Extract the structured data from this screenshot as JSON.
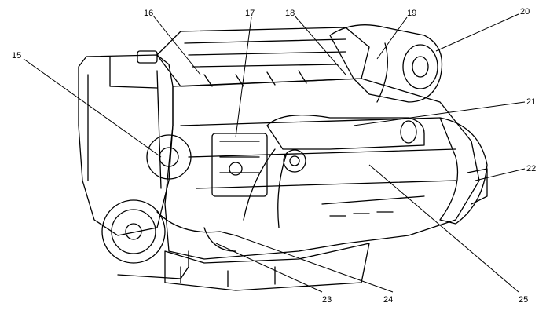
{
  "diagram": {
    "callouts": [
      {
        "id": "15",
        "label": "15"
      },
      {
        "id": "16",
        "label": "16"
      },
      {
        "id": "17",
        "label": "17"
      },
      {
        "id": "18",
        "label": "18"
      },
      {
        "id": "19",
        "label": "19"
      },
      {
        "id": "20",
        "label": "20"
      },
      {
        "id": "21",
        "label": "21"
      },
      {
        "id": "22",
        "label": "22"
      },
      {
        "id": "23",
        "label": "23"
      },
      {
        "id": "24",
        "label": "24"
      },
      {
        "id": "25",
        "label": "25"
      }
    ]
  }
}
